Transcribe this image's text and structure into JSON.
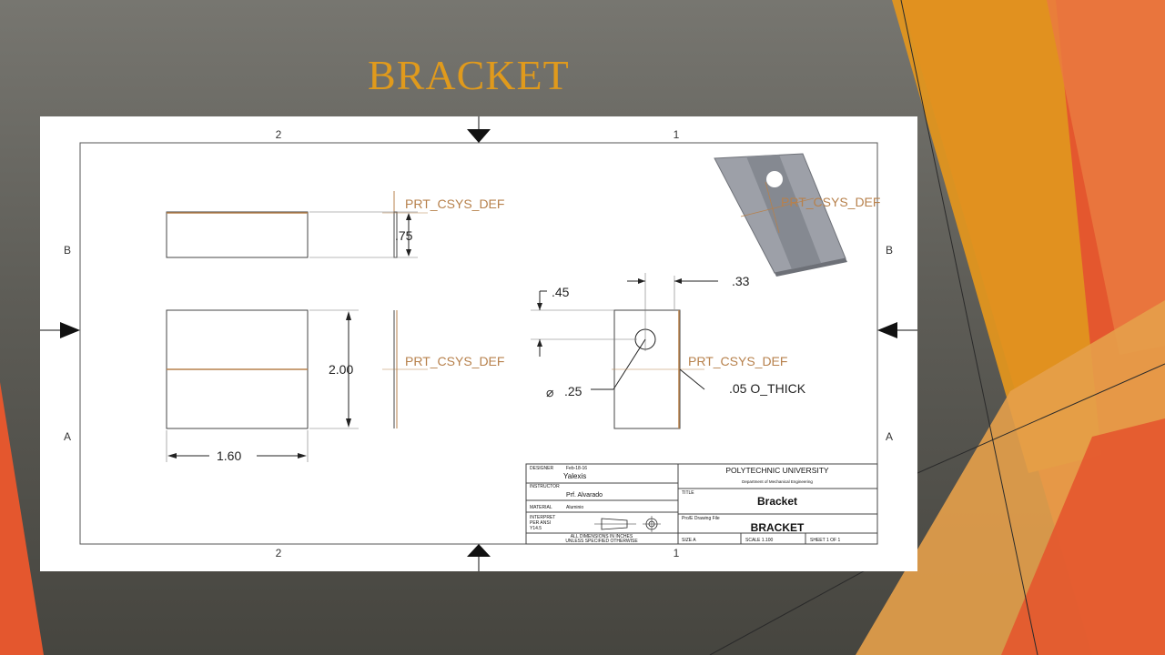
{
  "slide": {
    "title": "BRACKET",
    "colors": {
      "accent": "#e09a1c",
      "orange": "#e4572e",
      "dark_bg": "#5e5d57"
    }
  },
  "drawing": {
    "zone_labels": {
      "top": [
        "2",
        "1"
      ],
      "bottom": [
        "2",
        "1"
      ],
      "left": [
        "B",
        "A"
      ],
      "right": [
        "B",
        "A"
      ]
    },
    "csys_label": "PRT_CSYS_DEF",
    "dimensions": {
      "thickness": ".75",
      "height": "2.00",
      "width": "1.60",
      "hole_offset_top": ".45",
      "hole_offset_right": ".33",
      "hole_diameter": ".25",
      "diameter_symbol": "⌀",
      "thick_note": ".05 O_THICK"
    },
    "title_block": {
      "designer_label": "DESIGNER",
      "designer_date": "Feb-18-16",
      "designer_name": "Yalexis",
      "instructor_label": "INSTRUCTOR",
      "instructor_name": "Prf. Alvarado",
      "material_label": "MATERIAL",
      "material_value": "Aluminio",
      "interpret_line1": "INTERPRET",
      "interpret_line2": "PER ANSI",
      "interpret_line3": "Y14.5",
      "all_dims_line1": "ALL DIMENSIONS IN INCHES",
      "all_dims_line2": "UNLESS SPECIFIED OTHERWISE",
      "university": "POLYTECHNIC UNIVERSITY",
      "department": "Department of Mechanical Engineering",
      "title_label": "TITLE",
      "title_value": "Bracket",
      "file_label": "Pro/E Drawing File",
      "file_value": "BRACKET",
      "size": "SIZE A",
      "scale": "SCALE 1.100",
      "sheet": "SHEET 1 OF 1"
    }
  }
}
